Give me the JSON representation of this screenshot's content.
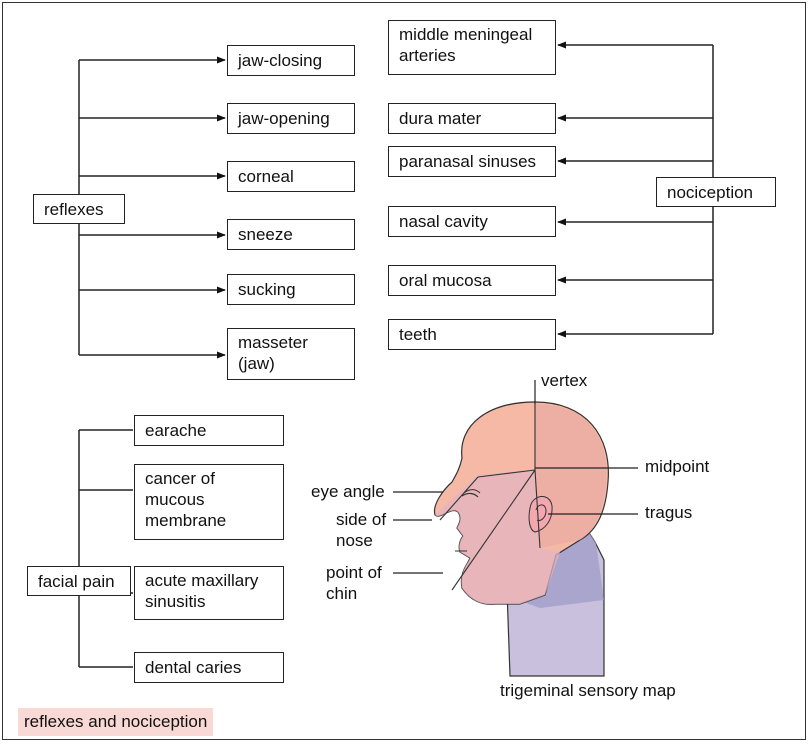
{
  "reflexes": {
    "root": "reflexes",
    "items": [
      "jaw-closing",
      "jaw-opening",
      "corneal",
      "sneeze",
      "sucking",
      "masseter\n(jaw)"
    ]
  },
  "nociception": {
    "root": "nociception",
    "items": [
      "middle meningeal\narteries",
      "dura mater",
      "paranasal sinuses",
      "nasal cavity",
      "oral mucosa",
      "teeth"
    ]
  },
  "facial_pain": {
    "root": "facial pain",
    "items": [
      "earache",
      "cancer of\nmucous\nmembrane",
      "acute maxillary\nsinusitis",
      "dental caries"
    ]
  },
  "head_map": {
    "labels": {
      "vertex": "vertex",
      "midpoint": "midpoint",
      "tragus": "tragus",
      "eye_angle": "eye angle",
      "side_of_nose": "side of\nnose",
      "point_of_chin": "point of\nchin"
    },
    "caption": "trigeminal sensory map",
    "colors": {
      "upper": "#f5b9a6",
      "middle": "#e8b6b8",
      "neck": "#c9c0de",
      "neck_dark": "#9f9cc6"
    }
  },
  "figure_caption": "reflexes and nociception"
}
